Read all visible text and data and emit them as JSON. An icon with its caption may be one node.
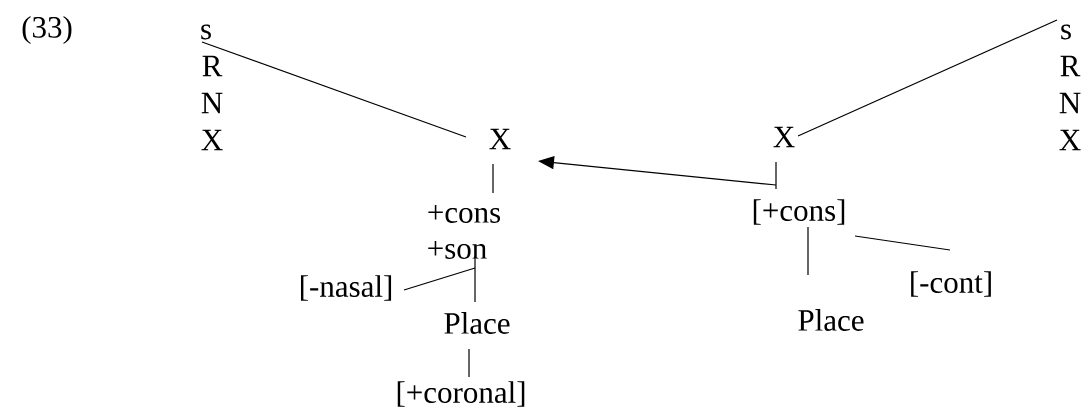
{
  "diagram": {
    "nodes": [
      {
        "text": [
          "s"
        ]
      },
      {
        "text": [
          "R"
        ]
      },
      {
        "text": [
          "N"
        ]
      },
      {
        "text": [
          "X"
        ]
      },
      {
        "text": [
          "X"
        ]
      },
      {
        "text": [
          "+cons"
        ]
      },
      {
        "text": [
          "+son"
        ]
      },
      {
        "text": [
          "[-nasal]"
        ]
      },
      {
        "text": [
          "Place"
        ]
      },
      {
        "text": [
          "[+coronal]"
        ]
      },
      {
        "text": [
          "X"
        ]
      },
      {
        "text": [
          "[+cons]"
        ]
      },
      {
        "text": [
          "[-cont]"
        ]
      },
      {
        "text": [
          "Place"
        ]
      },
      {
        "text": [
          "s"
        ]
      },
      {
        "text": [
          "R"
        ]
      },
      {
        "text": [
          "N"
        ]
      },
      {
        "text": [
          "X"
        ]
      }
    ],
    "edges": [
      {
        "from": 0,
        "to": 4,
        "arrow": "none"
      },
      {
        "from": 4,
        "to": 5,
        "arrow": "none"
      },
      {
        "from": 6,
        "to": 7,
        "arrow": "none"
      },
      {
        "from": 6,
        "to": 8,
        "arrow": "none"
      },
      {
        "from": 8,
        "to": 9,
        "arrow": "none"
      },
      {
        "from": 10,
        "to": 14,
        "arrow": "none"
      },
      {
        "from": 10,
        "to": 11,
        "arrow": "none"
      },
      {
        "from": 11,
        "to": 4,
        "arrow": "to"
      },
      {
        "from": 11,
        "to": 13,
        "arrow": "none"
      },
      {
        "from": 11,
        "to": 12,
        "arrow": "none"
      }
    ],
    "labels": [
      "(33)"
    ]
  }
}
